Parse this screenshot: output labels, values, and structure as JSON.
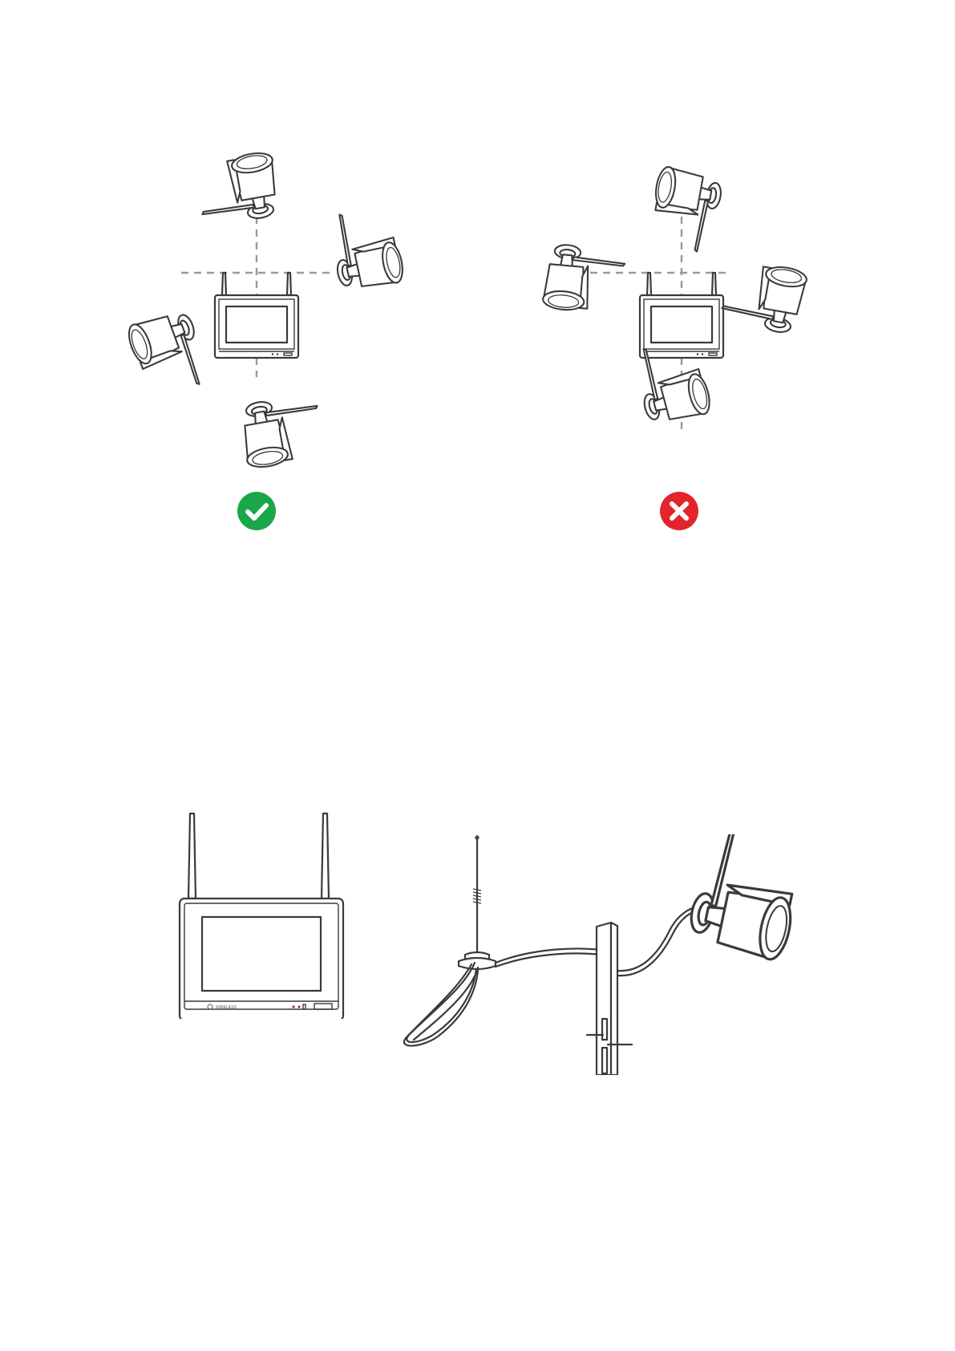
{
  "figure_top": {
    "correct_layout": {
      "status": "correct",
      "status_icon": "check-circle-icon",
      "status_color": "#1aa64a",
      "devices": [
        "monitor",
        "camera-top",
        "camera-left",
        "camera-right",
        "camera-bottom"
      ],
      "guide_style": "dashed"
    },
    "incorrect_layout": {
      "status": "incorrect",
      "status_icon": "x-circle-icon",
      "status_color": "#e3242b",
      "devices": [
        "monitor",
        "camera-top",
        "camera-left",
        "camera-right",
        "camera-bottom"
      ],
      "guide_style": "dashed"
    }
  },
  "figure_bottom": {
    "monitor": {
      "icon": "wireless-monitor-icon"
    },
    "extension_antenna": {
      "icon": "magnetic-antenna-icon"
    },
    "wall": {
      "icon": "wall-icon"
    },
    "camera": {
      "icon": "bullet-camera-icon"
    }
  }
}
